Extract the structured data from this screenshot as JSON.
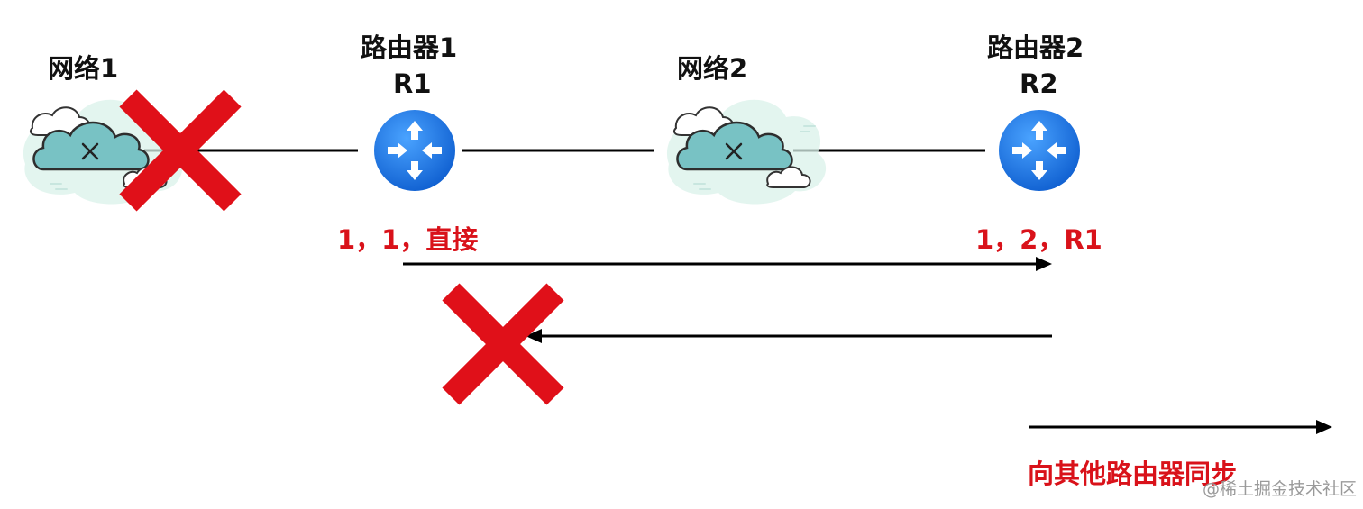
{
  "nodes": {
    "network1": {
      "label": "网络1"
    },
    "router1": {
      "label": "路由器1",
      "sublabel": "R1",
      "table_entry": "1，1，直接"
    },
    "network2": {
      "label": "网络2"
    },
    "router2": {
      "label": "路由器2",
      "sublabel": "R2",
      "table_entry": "1，2，R1"
    }
  },
  "sync_label": "向其他路由器同步",
  "watermark": "@稀土掘金技术社区",
  "colors": {
    "line": "#000000",
    "cross": "#e01019",
    "label_red": "#d9121a",
    "router_blue": "#1a6fd8",
    "cloud_teal": "#78c2c4"
  }
}
